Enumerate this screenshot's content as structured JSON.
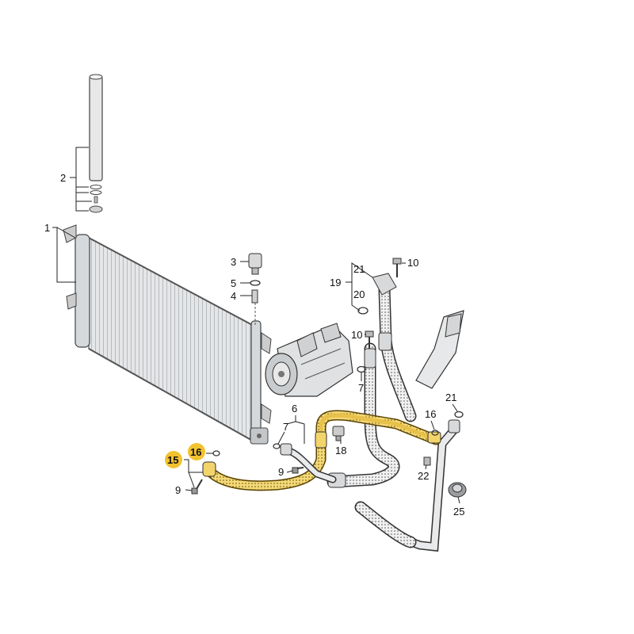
{
  "diagram": {
    "labels": {
      "l1": "1",
      "l2": "2",
      "l3": "3",
      "l4": "4",
      "l5": "5",
      "l6": "6",
      "l7a": "7",
      "l7b": "7",
      "l9a": "9",
      "l9b": "9",
      "l10a": "10",
      "l10b": "10",
      "l15": "15",
      "l16a": "16",
      "l16b": "16",
      "l18": "18",
      "l19": "19",
      "l20": "20",
      "l21a": "21",
      "l21b": "21",
      "l22": "22",
      "l25": "25"
    },
    "highlight_color": "#f2c230",
    "highlighted_parts": [
      "15",
      "16"
    ]
  }
}
